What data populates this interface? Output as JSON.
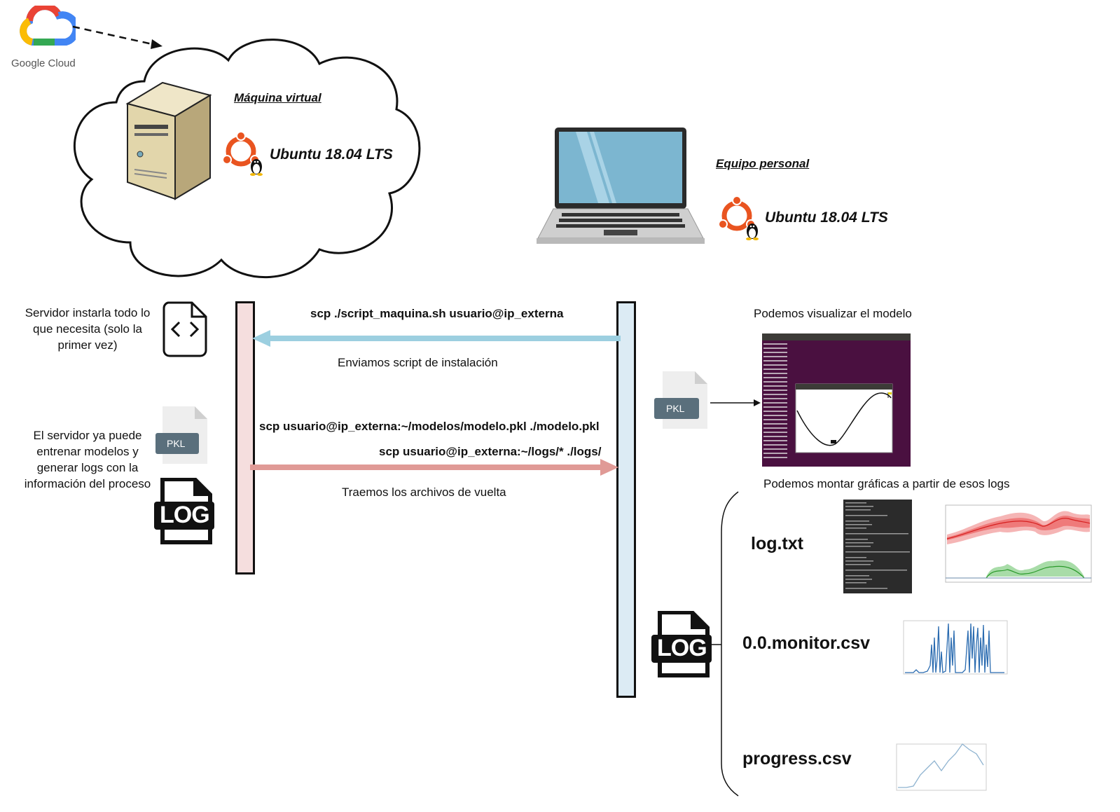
{
  "google_cloud": {
    "label": "Google Cloud"
  },
  "vm": {
    "title": "Máquina virtual",
    "os": "Ubuntu 18.04 LTS"
  },
  "pc": {
    "title": "Equipo personal",
    "os": "Ubuntu 18.04 LTS"
  },
  "flow": {
    "send_cmd": "scp ./script_maquina.sh usuario@ip_externa",
    "send_caption": "Enviamos script de instalación",
    "fetch_cmd_model": "scp usuario@ip_externa:~/modelos/modelo.pkl ./modelo.pkl",
    "fetch_cmd_logs": "scp usuario@ip_externa:~/logs/* ./logs/",
    "fetch_caption": "Traemos los archivos de vuelta"
  },
  "server_notes": {
    "install": "Servidor instarla todo lo que necesita (solo la primer vez)",
    "train": "El servidor ya puede entrenar modelos y generar logs con la información del proceso"
  },
  "client": {
    "visualize_caption": "Podemos visualizar el modelo",
    "charts_caption": "Podemos montar gráficas a partir de esos logs",
    "files": [
      "log.txt",
      "0.0.monitor.csv",
      "progress.csv"
    ]
  },
  "icons": {
    "pkl": "PKL",
    "log": "LOG"
  },
  "colors": {
    "ubuntu": "#e95420",
    "send_arrow": "#9ccfe0",
    "fetch_arrow": "#e09a96",
    "server_bar": "#f5dede",
    "client_bar": "#dcebf4",
    "terminal_bg": "#4a1040"
  }
}
